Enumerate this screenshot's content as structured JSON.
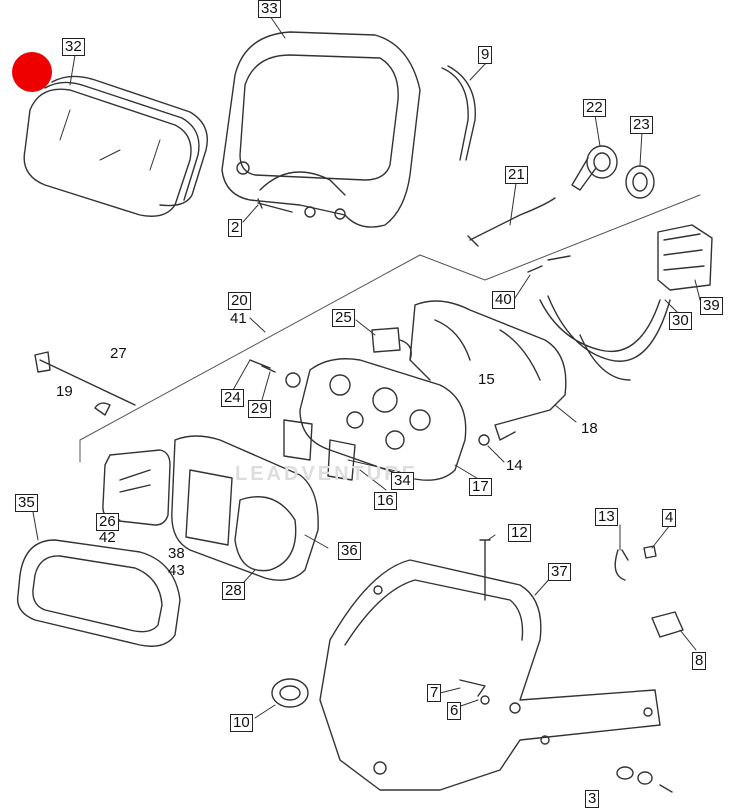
{
  "diagram": {
    "watermark": "LEADVENTURE",
    "marker_color": "#e00000",
    "callouts": [
      {
        "id": "33",
        "text": "33",
        "boxed": true
      },
      {
        "id": "32",
        "text": "32",
        "boxed": true
      },
      {
        "id": "9",
        "text": "9",
        "boxed": true
      },
      {
        "id": "22",
        "text": "22",
        "boxed": true
      },
      {
        "id": "23",
        "text": "23",
        "boxed": true
      },
      {
        "id": "21",
        "text": "21",
        "boxed": true
      },
      {
        "id": "2a",
        "text": "2",
        "boxed": true
      },
      {
        "id": "40",
        "text": "40",
        "boxed": true
      },
      {
        "id": "39",
        "text": "39",
        "boxed": true
      },
      {
        "id": "30",
        "text": "30",
        "boxed": true
      },
      {
        "id": "20",
        "text": "20",
        "boxed": true
      },
      {
        "id": "41",
        "text": "41",
        "boxed": false
      },
      {
        "id": "25",
        "text": "25",
        "boxed": true
      },
      {
        "id": "27",
        "text": "27",
        "boxed": false
      },
      {
        "id": "15",
        "text": "15",
        "boxed": false
      },
      {
        "id": "19",
        "text": "19",
        "boxed": false
      },
      {
        "id": "24",
        "text": "24",
        "boxed": true
      },
      {
        "id": "29",
        "text": "29",
        "boxed": true
      },
      {
        "id": "18",
        "text": "18",
        "boxed": false
      },
      {
        "id": "14",
        "text": "14",
        "boxed": false
      },
      {
        "id": "34",
        "text": "34",
        "boxed": true
      },
      {
        "id": "16",
        "text": "16",
        "boxed": true
      },
      {
        "id": "17",
        "text": "17",
        "boxed": true
      },
      {
        "id": "26",
        "text": "26",
        "boxed": true
      },
      {
        "id": "42",
        "text": "42",
        "boxed": false
      },
      {
        "id": "35",
        "text": "35",
        "boxed": true
      },
      {
        "id": "38",
        "text": "38",
        "boxed": false
      },
      {
        "id": "43",
        "text": "43",
        "boxed": false
      },
      {
        "id": "36",
        "text": "36",
        "boxed": true
      },
      {
        "id": "12",
        "text": "12",
        "boxed": true
      },
      {
        "id": "13",
        "text": "13",
        "boxed": true
      },
      {
        "id": "4",
        "text": "4",
        "boxed": true
      },
      {
        "id": "37",
        "text": "37",
        "boxed": true
      },
      {
        "id": "28",
        "text": "28",
        "boxed": true
      },
      {
        "id": "8",
        "text": "8",
        "boxed": true
      },
      {
        "id": "7",
        "text": "7",
        "boxed": true
      },
      {
        "id": "6",
        "text": "6",
        "boxed": true
      },
      {
        "id": "10",
        "text": "10",
        "boxed": true
      },
      {
        "id": "3",
        "text": "3",
        "boxed": true
      }
    ]
  }
}
